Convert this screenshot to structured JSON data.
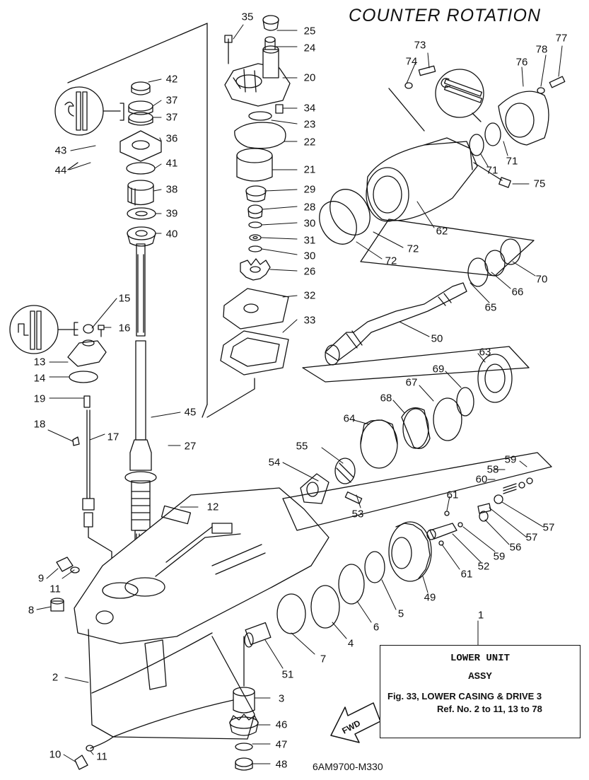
{
  "header": {
    "title": "COUNTER ROTATION"
  },
  "info_box": {
    "ref_no": "1",
    "line1": "LOWER UNIT",
    "line2": "ASSY",
    "line3": "Fig. 33, LOWER CASING & DRIVE 3",
    "line4": "Ref. No. 2 to 11, 13 to 78"
  },
  "fwd_label": "FWD",
  "drawing_code": "6AM9700-M330",
  "callouts": {
    "2": "2",
    "3": "3",
    "4": "4",
    "5": "5",
    "6": "6",
    "7": "7",
    "8": "8",
    "9": "9",
    "10": "10",
    "11a": "11",
    "11b": "11",
    "12": "12",
    "13": "13",
    "14": "14",
    "15": "15",
    "16": "16",
    "17": "17",
    "18": "18",
    "19": "19",
    "20": "20",
    "21": "21",
    "22": "22",
    "23": "23",
    "24": "24",
    "25": "25",
    "26": "26",
    "27": "27",
    "28": "28",
    "29": "29",
    "30a": "30",
    "30b": "30",
    "31": "31",
    "32": "32",
    "33": "33",
    "34": "34",
    "35": "35",
    "36": "36",
    "37a": "37",
    "37b": "37",
    "38": "38",
    "39": "39",
    "40": "40",
    "41": "41",
    "42": "42",
    "43": "43",
    "44": "44",
    "45": "45",
    "46": "46",
    "47": "47",
    "48": "48",
    "49": "49",
    "50": "50",
    "51": "51",
    "52": "52",
    "53": "53",
    "54": "54",
    "55": "55",
    "56": "56",
    "57a": "57",
    "57b": "57",
    "58": "58",
    "59a": "59",
    "59b": "59",
    "60": "60",
    "61a": "61",
    "61b": "61",
    "62": "62",
    "63": "63",
    "64": "64",
    "65": "65",
    "66": "66",
    "67": "67",
    "68": "68",
    "69": "69",
    "70": "70",
    "71a": "71",
    "71b": "71",
    "72a": "72",
    "72b": "72",
    "73": "73",
    "74": "74",
    "75": "75",
    "76": "76",
    "77": "77",
    "78": "78"
  },
  "colors": {
    "ink": "#111111",
    "paper": "#ffffff",
    "shade": "#777777"
  }
}
